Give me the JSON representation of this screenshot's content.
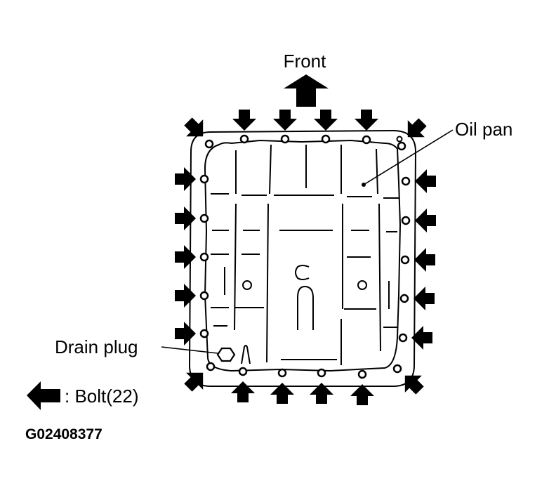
{
  "labels": {
    "front": "Front",
    "oil_pan": "Oil pan",
    "drain_plug": "Drain plug",
    "legend_bolt": ": Bolt(22)",
    "figure_code": "G02408377"
  },
  "icons": {
    "front_arrow": "arrow-up-icon",
    "bolt_arrow": "arrow-icon",
    "drain_plug": "hexagon-icon"
  },
  "bolt_count": 22,
  "colors": {
    "ink": "#000000",
    "paper": "#ffffff"
  }
}
